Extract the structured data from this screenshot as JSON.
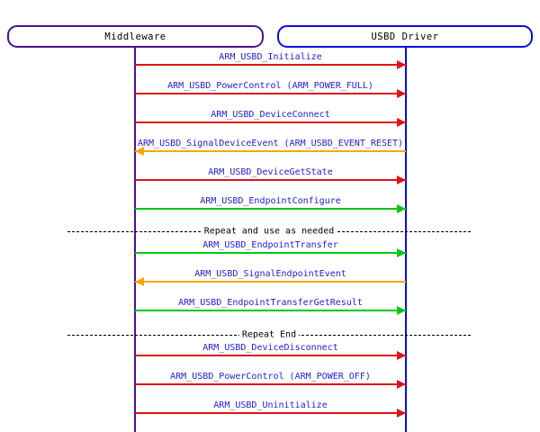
{
  "diagram": {
    "actors": [
      {
        "id": "middleware",
        "label": "Middleware",
        "border_color": "#4b1191"
      },
      {
        "id": "usbd-driver",
        "label": "USBD Driver",
        "border_color": "#0b0bdc"
      }
    ],
    "colors": {
      "call_red": "#e01414",
      "call_green": "#00c814",
      "callback_orange": "#ffa500",
      "label_text": "#2222cc",
      "divider_text": "#000000"
    },
    "events": [
      {
        "type": "message",
        "label": "ARM_USBD_Initialize",
        "direction": "right",
        "color": "#e01414"
      },
      {
        "type": "message",
        "label": "ARM_USBD_PowerControl (ARM_POWER_FULL)",
        "direction": "right",
        "color": "#e01414"
      },
      {
        "type": "message",
        "label": "ARM_USBD_DeviceConnect",
        "direction": "right",
        "color": "#e01414"
      },
      {
        "type": "message",
        "label": "ARM_USBD_SignalDeviceEvent (ARM_USBD_EVENT_RESET)",
        "direction": "left",
        "color": "#ffa500"
      },
      {
        "type": "message",
        "label": "ARM_USBD_DeviceGetState",
        "direction": "right",
        "color": "#e01414"
      },
      {
        "type": "message",
        "label": "ARM_USBD_EndpointConfigure",
        "direction": "right",
        "color": "#00c814"
      },
      {
        "type": "divider",
        "label": "Repeat and use as needed"
      },
      {
        "type": "message",
        "label": "ARM_USBD_EndpointTransfer",
        "direction": "right",
        "color": "#00c814"
      },
      {
        "type": "message",
        "label": "ARM_USBD_SignalEndpointEvent",
        "direction": "left",
        "color": "#ffa500"
      },
      {
        "type": "message",
        "label": "ARM_USBD_EndpointTransferGetResult",
        "direction": "right",
        "color": "#00c814"
      },
      {
        "type": "divider",
        "label": "Repeat End"
      },
      {
        "type": "message",
        "label": "ARM_USBD_DeviceDisconnect",
        "direction": "right",
        "color": "#e01414"
      },
      {
        "type": "message",
        "label": "ARM_USBD_PowerControl (ARM_POWER_OFF)",
        "direction": "right",
        "color": "#e01414"
      },
      {
        "type": "message",
        "label": "ARM_USBD_Uninitialize",
        "direction": "right",
        "color": "#e01414"
      }
    ]
  }
}
